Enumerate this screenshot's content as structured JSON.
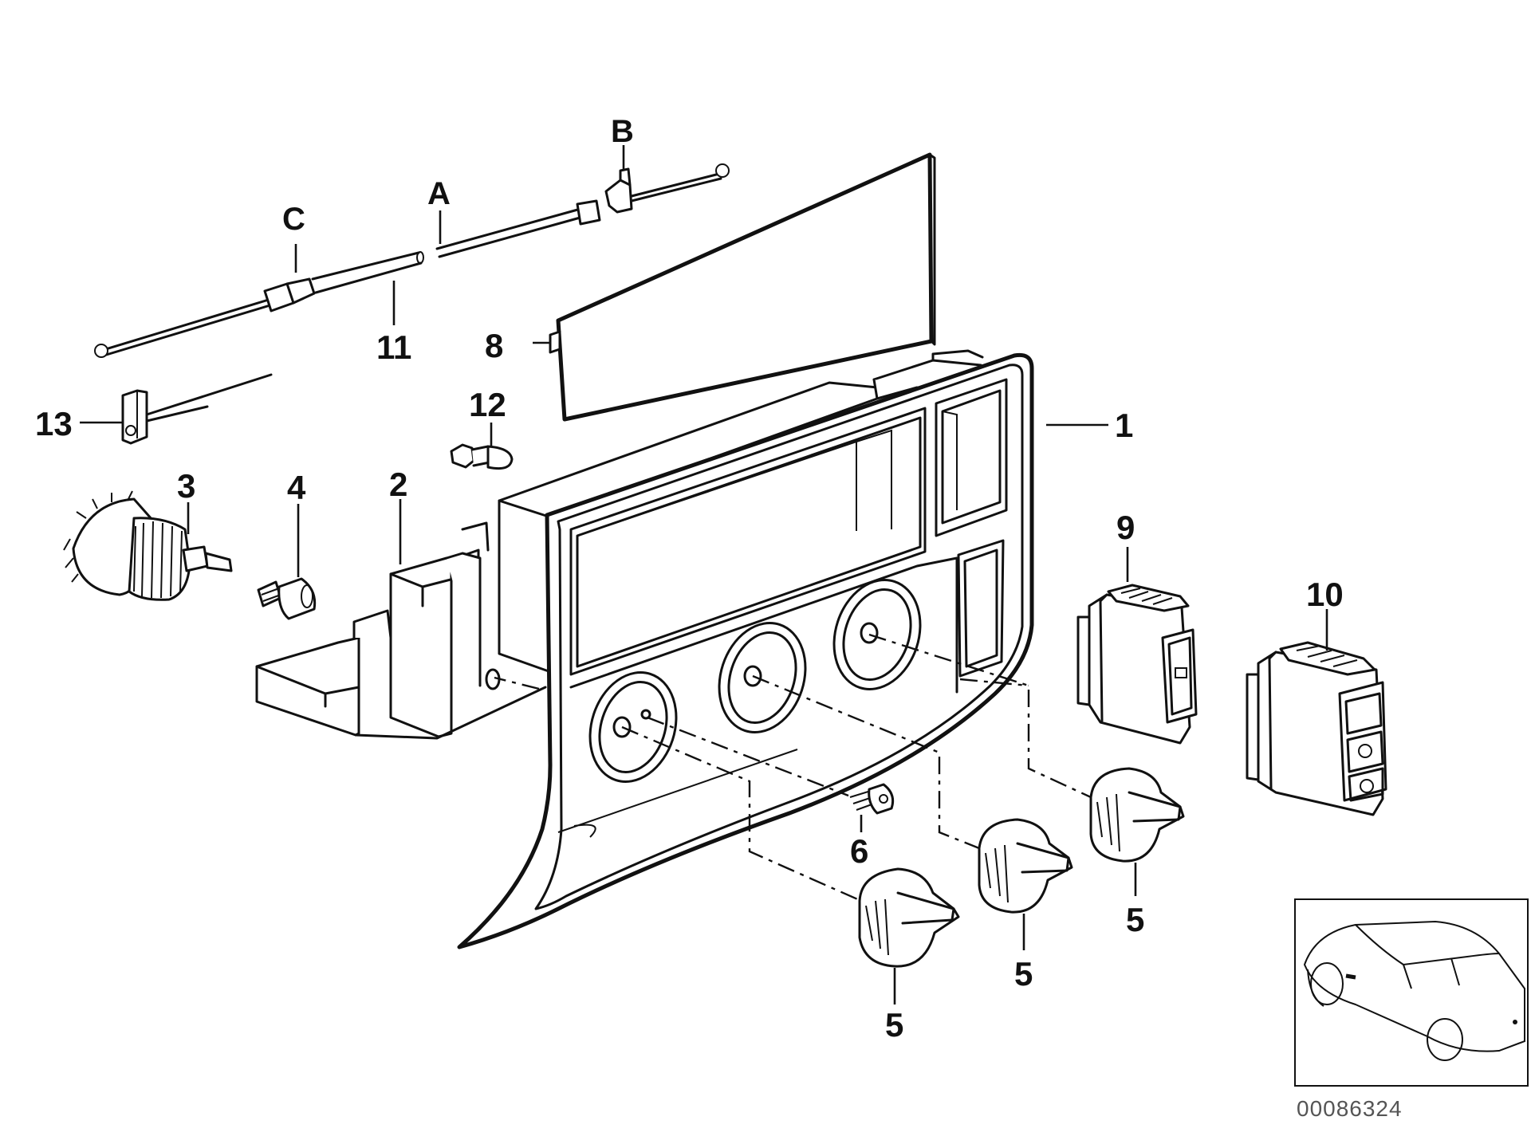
{
  "diagram": {
    "callouts": {
      "c1": "1",
      "c2": "2",
      "c3": "3",
      "c4": "4",
      "c5": "5",
      "c6": "6",
      "c8": "8",
      "c9": "9",
      "c10": "10",
      "c11": "11",
      "c12": "12",
      "c13": "13",
      "cA": "A",
      "cB": "B",
      "cC": "C"
    },
    "part_number": "00086324"
  }
}
